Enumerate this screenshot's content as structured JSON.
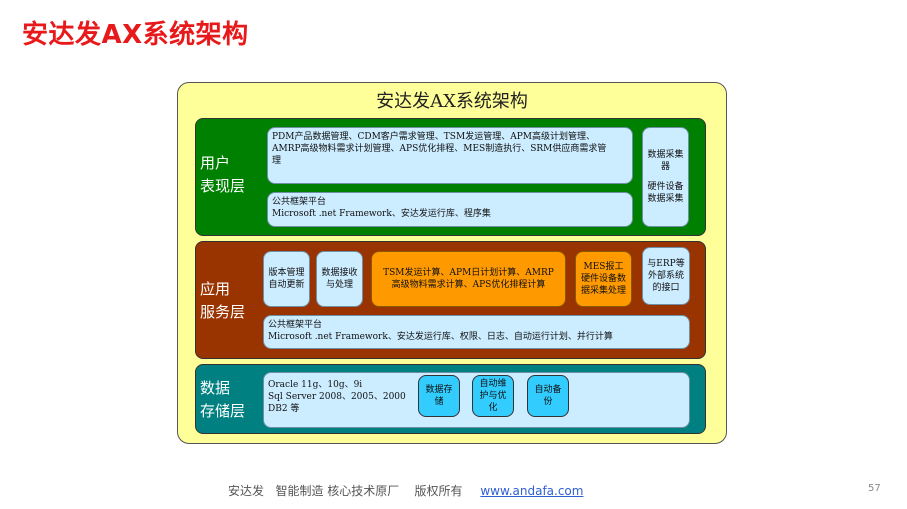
{
  "slide": {
    "title": "安达发AX系统架构",
    "page_number": "57"
  },
  "diagram": {
    "title": "安达发AX系统架构",
    "user_layer": {
      "label_line1": "用户",
      "label_line2": "表现层",
      "apps_line1": "PDM产品数据管理、CDM客户需求管理、TSM发运管理、APM高级计划管理、",
      "apps_line2": "AMRP高级物料需求计划管理、APS优化排程、MES制造执行、SRM供应商需求管",
      "apps_line3": "理",
      "framework_line1": "公共框架平台",
      "framework_line2": "Microsoft .net Framework、安达发运行库、程序集",
      "collect_line1": "数据采集",
      "collect_line2": "器",
      "collect_line3": "硬件设备",
      "collect_line4": "数据采集"
    },
    "service_layer": {
      "label_line1": "应用",
      "label_line2": "服务层",
      "version_line1": "版本管理",
      "version_line2": "自动更新",
      "receive_line1": "数据接收",
      "receive_line2": "与处理",
      "calc_line1": "TSM发运计算、APM日计划计算、AMRP",
      "calc_line2": "高级物料需求计算、APS优化排程计算",
      "mes_line1": "MES报工",
      "mes_line2": "硬件设备数",
      "mes_line3": "据采集处理",
      "erp_line1": "与ERP等",
      "erp_line2": "外部系统",
      "erp_line3": "的接口",
      "framework_line1": "公共框架平台",
      "framework_line2": "Microsoft .net Framework、安达发运行库、权限、日志、自动运行计划、并行计算"
    },
    "storage_layer": {
      "label_line1": "数据",
      "label_line2": "存储层",
      "db_line1": "Oracle 11g、10g、9i",
      "db_line2": "Sql Server 2008、2005、2000",
      "db_line3": "DB2 等",
      "storage_line1": "数据存",
      "storage_line2": "储",
      "maint_line1": "自动维",
      "maint_line2": "护与优",
      "maint_line3": "化",
      "backup_line1": "自动备",
      "backup_line2": "份"
    }
  },
  "colors": {
    "title_red": "#e8191b",
    "frame_yellow": "#ffff99",
    "user_layer_green": "#008000",
    "service_layer_brown": "#993300",
    "storage_layer_teal": "#008080",
    "box_light_blue": "#ccecff",
    "box_orange": "#ff9900",
    "pill_cyan": "#33ccff"
  },
  "footer": {
    "text": "安达发   智能制造 核心技术原厂    版权所有",
    "link": "www.andafa.com"
  }
}
